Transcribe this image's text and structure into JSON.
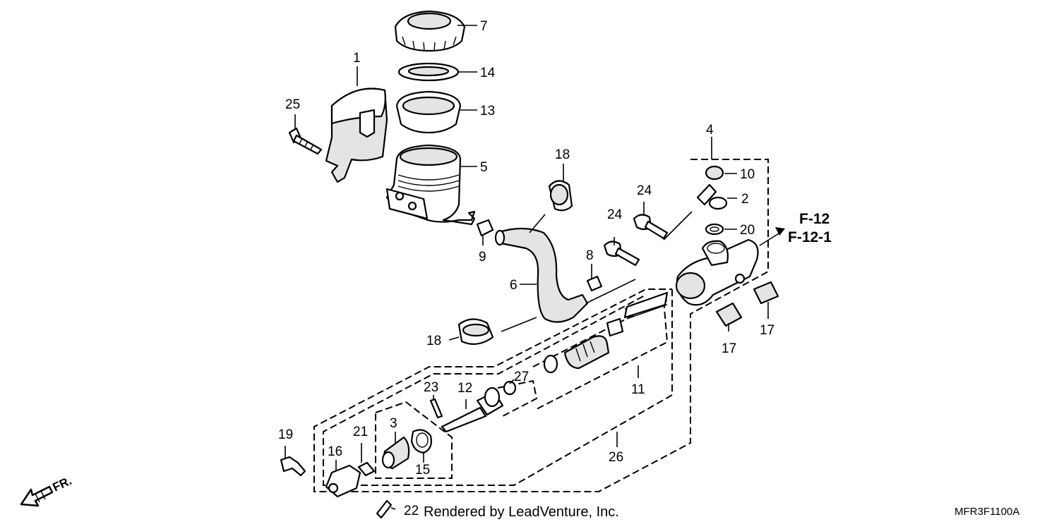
{
  "diagram": {
    "callouts": [
      "1",
      "2",
      "3",
      "4",
      "5",
      "6",
      "7",
      "8",
      "9",
      "10",
      "11",
      "12",
      "13",
      "14",
      "15",
      "16",
      "17",
      "17",
      "18",
      "18",
      "19",
      "20",
      "21",
      "22",
      "23",
      "24",
      "24",
      "25",
      "26",
      "27"
    ],
    "reference_labels": [
      "F-12",
      "F-12-1"
    ],
    "direction_label": "FR.",
    "footer_credit": "Rendered by LeadVenture, Inc.",
    "diagram_code": "MFR3F1100A"
  }
}
